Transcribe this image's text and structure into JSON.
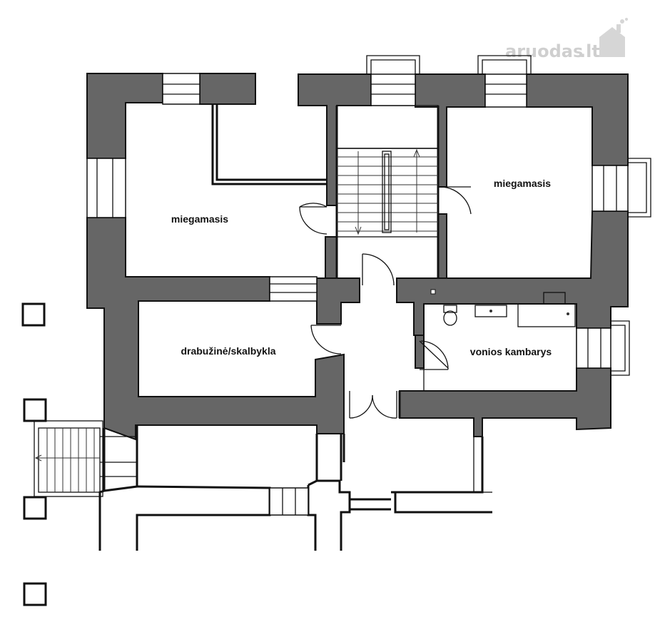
{
  "watermark": {
    "text": "aruodas",
    "suffix": ".lt",
    "icon": "house-chimney-icon"
  },
  "rooms": [
    {
      "label": "miegamasis"
    },
    {
      "label": "miegamasis"
    },
    {
      "label": "drabužinė/skalbykla"
    },
    {
      "label": "vonios kambarys"
    }
  ],
  "colors": {
    "wall": "#666666",
    "line": "#111111",
    "background": "#ffffff",
    "watermark": "#cfcfcf"
  }
}
